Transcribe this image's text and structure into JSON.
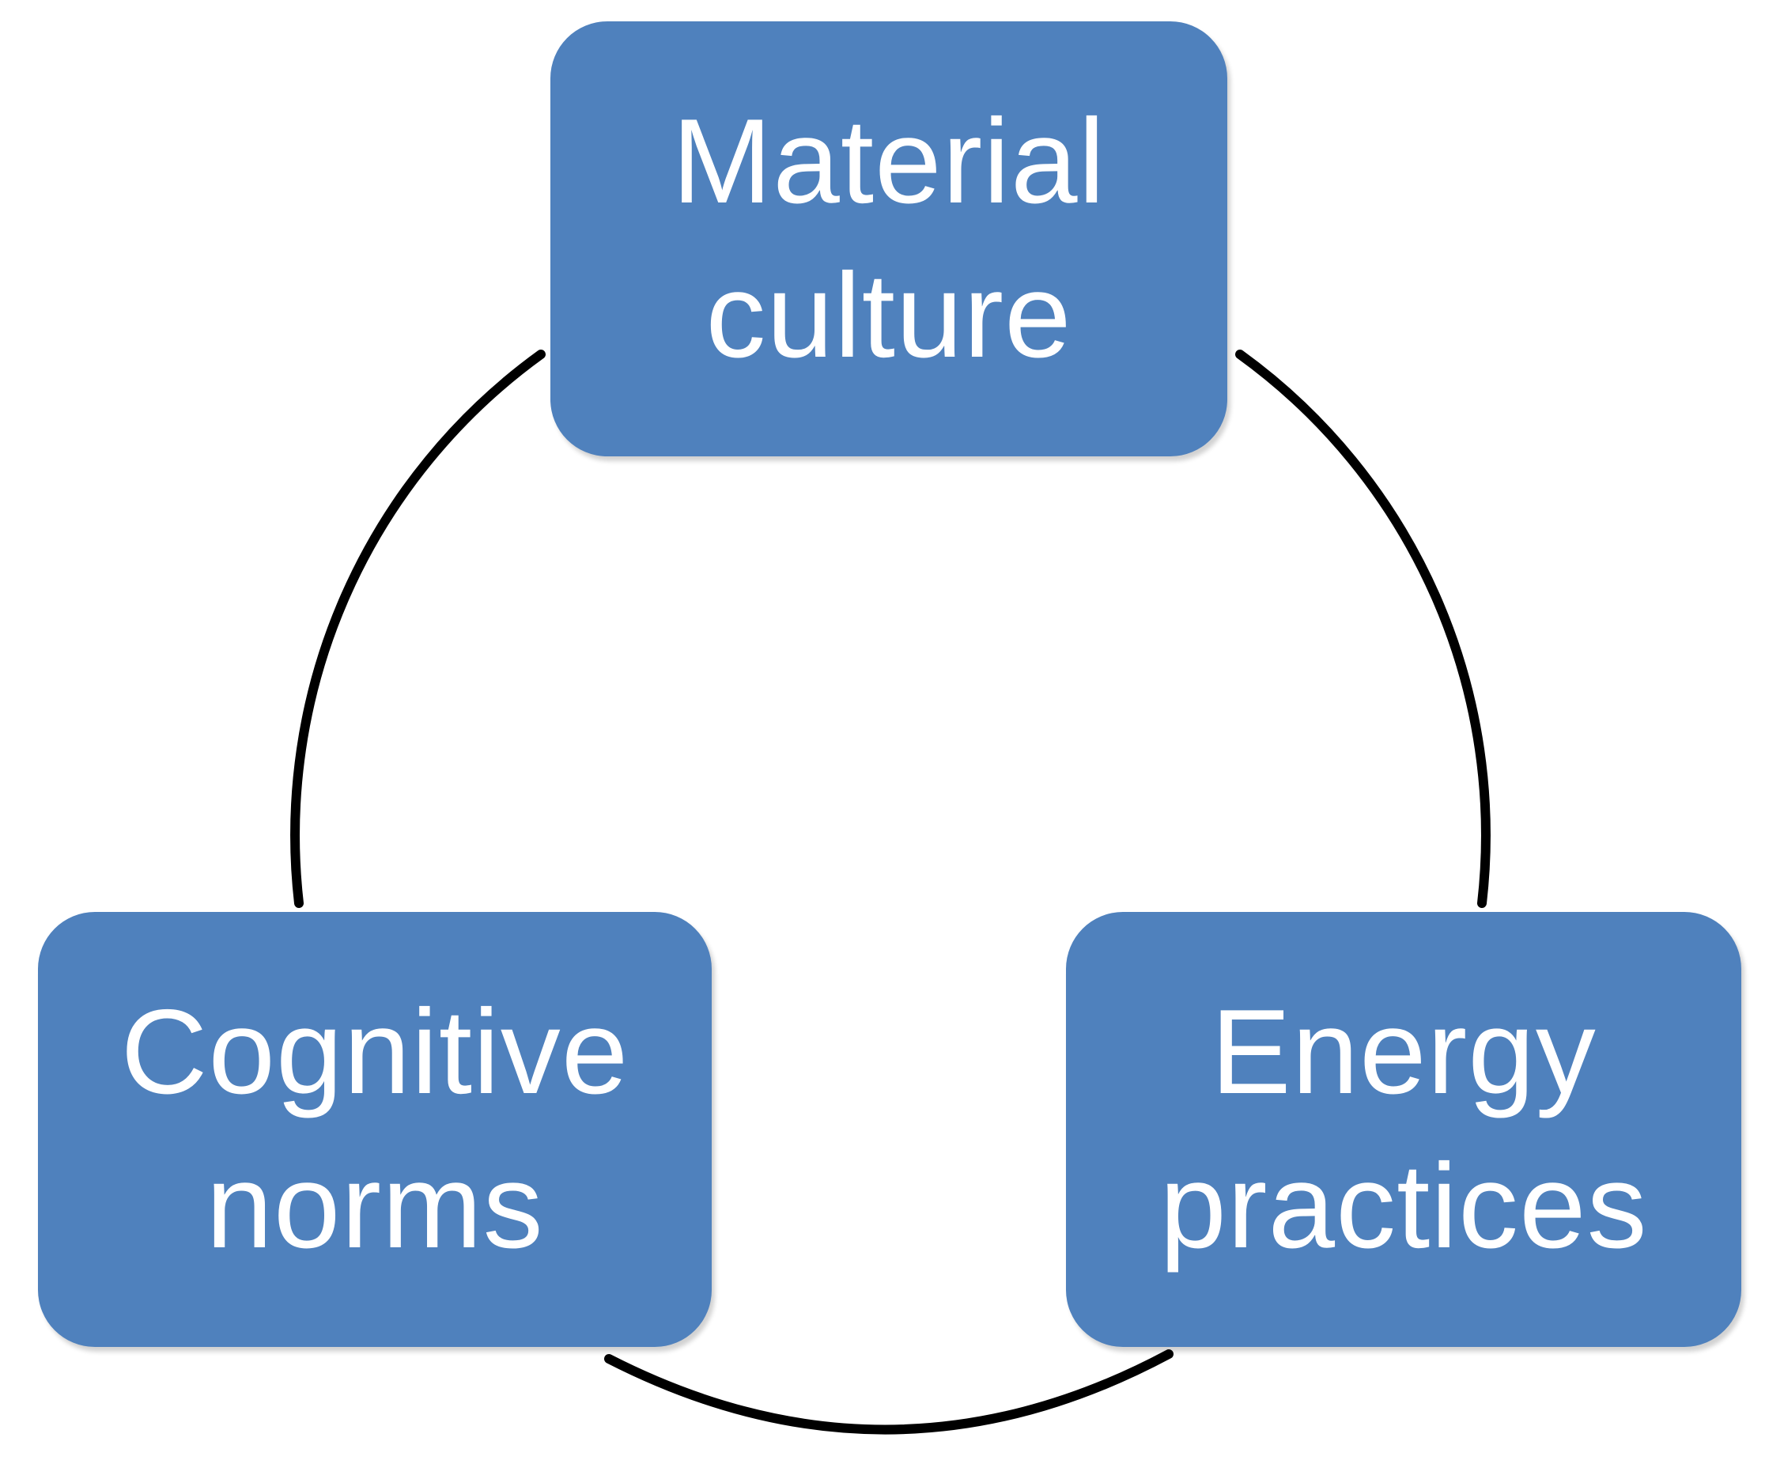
{
  "diagram": {
    "nodes": [
      {
        "id": "material-culture",
        "lines": [
          "Material",
          "culture"
        ]
      },
      {
        "id": "cognitive-norms",
        "lines": [
          "Cognitive",
          "norms"
        ]
      },
      {
        "id": "energy-practices",
        "lines": [
          "Energy",
          "practices"
        ]
      }
    ],
    "edges": [
      {
        "from": "material-culture",
        "to": "energy-practices"
      },
      {
        "from": "energy-practices",
        "to": "cognitive-norms"
      },
      {
        "from": "cognitive-norms",
        "to": "material-culture"
      }
    ],
    "colors": {
      "node_fill": "#4f81bd",
      "node_text": "#ffffff",
      "connector": "#000000",
      "background": "#ffffff"
    }
  }
}
